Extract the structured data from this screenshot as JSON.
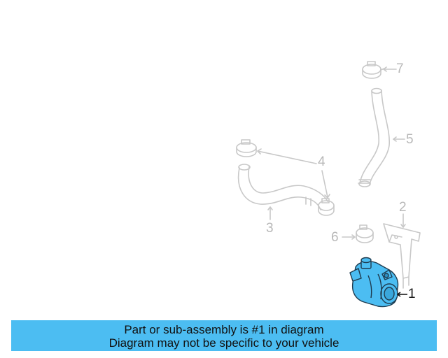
{
  "diagram": {
    "callouts": [
      {
        "id": "1",
        "label": "1"
      },
      {
        "id": "2",
        "label": "2"
      },
      {
        "id": "3",
        "label": "3"
      },
      {
        "id": "4",
        "label": "4"
      },
      {
        "id": "5",
        "label": "5"
      },
      {
        "id": "6",
        "label": "6"
      },
      {
        "id": "7",
        "label": "7"
      }
    ],
    "highlighted_part": "1",
    "colors": {
      "highlight": "#4cbdf2",
      "lineart": "#c8c8c8",
      "text_dim": "#b8b8b8",
      "text_active": "#1a1a1a"
    }
  },
  "banner": {
    "line1": "Part or sub-assembly is #1 in diagram",
    "line2": "Diagram may not be specific to your vehicle"
  }
}
